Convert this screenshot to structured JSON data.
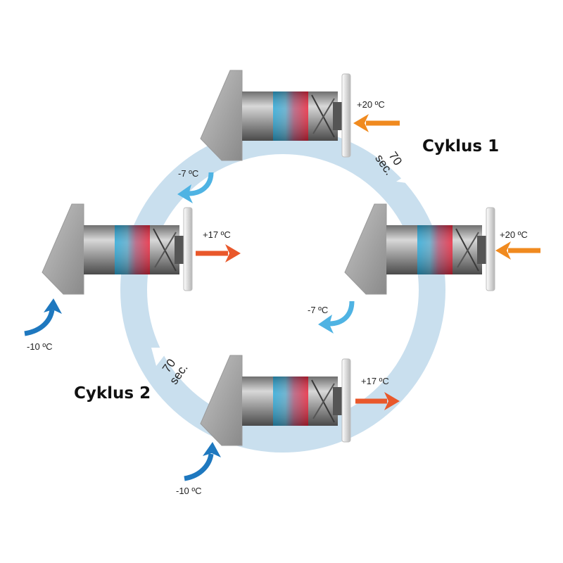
{
  "cycles": [
    {
      "label": "Cyklus 1",
      "duration_value": "70",
      "duration_unit": "sec."
    },
    {
      "label": "Cyklus 2",
      "duration_value": "70",
      "duration_unit": "sec."
    }
  ],
  "temperatures": {
    "top_outdoor": "+20 ºC",
    "top_indoor": "-7 ºC",
    "right_outdoor": "+20 ºC",
    "right_indoor": "-7 ºC",
    "left_supply": "+17 ºC",
    "left_intake": "-10 ºC",
    "bottom_supply": "+17 ºC",
    "bottom_intake": "-10 ºC"
  },
  "colors": {
    "ring": "#c9dfee",
    "warm_arrow": "#f08a1f",
    "hot_arrow": "#e9582b",
    "cold_arrow": "#4fb3e3",
    "intake_arrow": "#1e78bf",
    "regenerator_cold": "#2aa7d6",
    "regenerator_hot": "#e8243a"
  }
}
